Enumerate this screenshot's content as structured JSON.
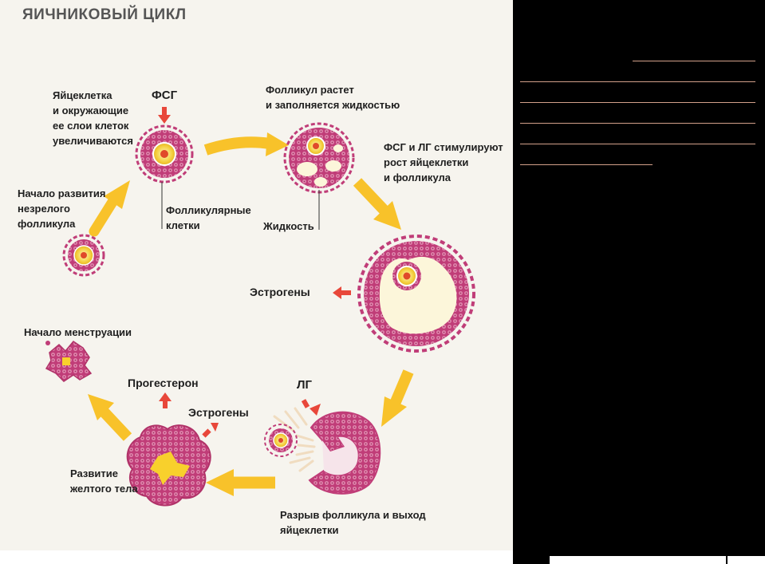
{
  "title": "ЯИЧНИКОВЫЙ ЦИКЛ",
  "labels": {
    "oocyte_grows": "Яйцеклетка\nи окружающие\nее слои клеток\nувеличиваются",
    "fsh": "ФСГ",
    "follicle_grows": "Фолликул растет\nи заполняется жидкостью",
    "fsh_lh": "ФСГ и ЛГ стимулируют\nрост яйцеклетки\nи фолликула",
    "immature_start": "Начало развития\nнезрелого\nфолликула",
    "follicular_cells": "Фолликулярные\nклетки",
    "fluid": "Жидкость",
    "estrogens_right": "Эстрогены",
    "menstruation": "Начало менструации",
    "progesterone": "Прогестерон",
    "lh": "ЛГ",
    "estrogens_center": "Эстрогены",
    "corpus_luteum": "Развитие\nжелтого тела",
    "rupture": "Разрыв фолликула и выход\nяйцеклетки"
  },
  "colors": {
    "arrow": "#f8c22a",
    "hormone_arrow": "#e8473a",
    "cell": "#c03d78",
    "cell_light": "#e89ab8",
    "fluid": "#fcf6da",
    "oocyte": "#f4d03f",
    "nucleus": "#e04a2a",
    "guide_line": "#d2a08a"
  }
}
